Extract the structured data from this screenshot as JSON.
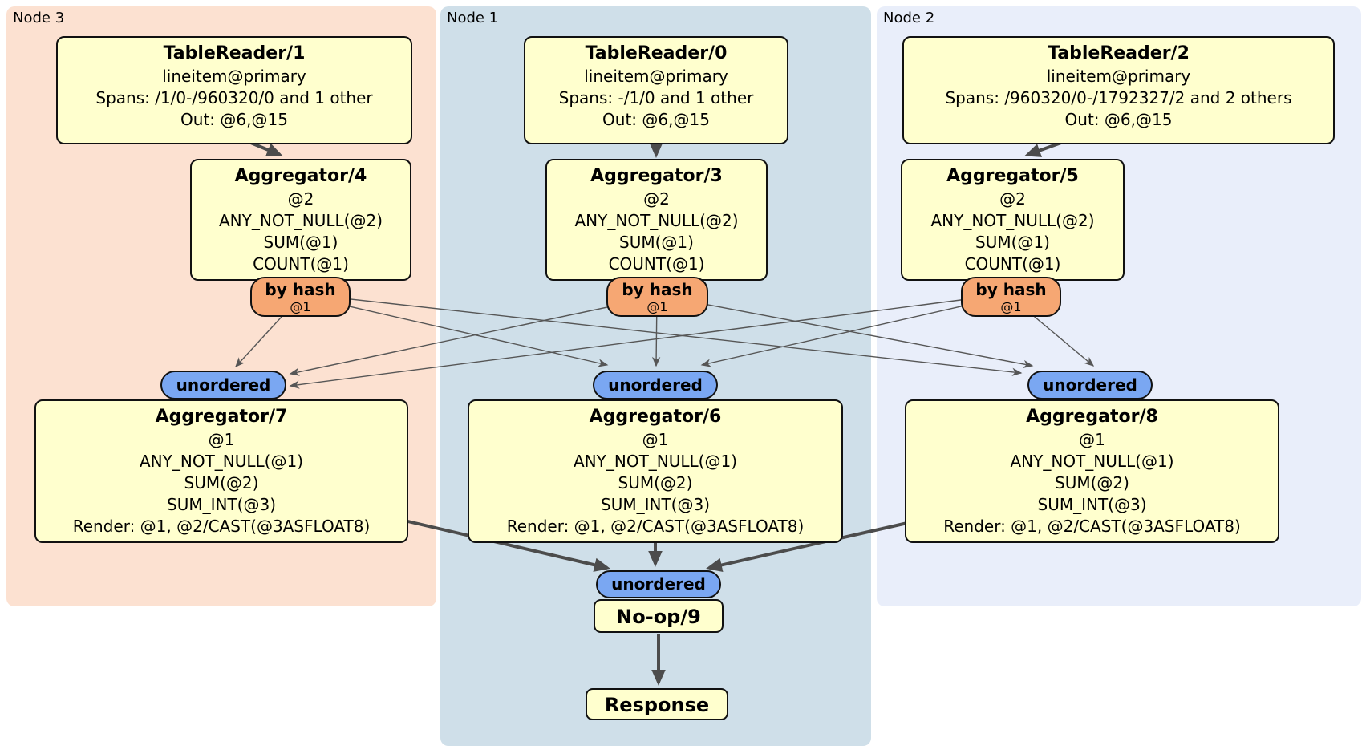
{
  "colors": {
    "node3-bg": "#fce1d1",
    "node1-bg": "#cfdfe9",
    "node2-bg": "#e9eefa",
    "proc-bg": "#ffffce",
    "proc-border": "#111111",
    "router-bg": "#f6a773",
    "sync-bg": "#7aa7f2",
    "edge-thin": "#565656",
    "edge-thick": "#4c4c4c"
  },
  "nodes": [
    {
      "label": "Node 3"
    },
    {
      "label": "Node 1"
    },
    {
      "label": "Node 2"
    }
  ],
  "processors": {
    "tr1": {
      "title": "TableReader/1",
      "lines": [
        "lineitem@primary",
        "Spans: /1/0-/960320/0 and 1 other",
        "Out: @6,@15"
      ]
    },
    "tr0": {
      "title": "TableReader/0",
      "lines": [
        "lineitem@primary",
        "Spans: -/1/0 and 1 other",
        "Out: @6,@15"
      ]
    },
    "tr2": {
      "title": "TableReader/2",
      "lines": [
        "lineitem@primary",
        "Spans: /960320/0-/1792327/2 and 2 others",
        "Out: @6,@15"
      ]
    },
    "agg4": {
      "title": "Aggregator/4",
      "lines": [
        "@2",
        "ANY_NOT_NULL(@2)",
        "SUM(@1)",
        "COUNT(@1)"
      ]
    },
    "agg3": {
      "title": "Aggregator/3",
      "lines": [
        "@2",
        "ANY_NOT_NULL(@2)",
        "SUM(@1)",
        "COUNT(@1)"
      ]
    },
    "agg5": {
      "title": "Aggregator/5",
      "lines": [
        "@2",
        "ANY_NOT_NULL(@2)",
        "SUM(@1)",
        "COUNT(@1)"
      ]
    },
    "agg7": {
      "title": "Aggregator/7",
      "lines": [
        "@1",
        "ANY_NOT_NULL(@1)",
        "SUM(@2)",
        "SUM_INT(@3)",
        "Render: @1, @2/CAST(@3ASFLOAT8)"
      ]
    },
    "agg6": {
      "title": "Aggregator/6",
      "lines": [
        "@1",
        "ANY_NOT_NULL(@1)",
        "SUM(@2)",
        "SUM_INT(@3)",
        "Render: @1, @2/CAST(@3ASFLOAT8)"
      ]
    },
    "agg8": {
      "title": "Aggregator/8",
      "lines": [
        "@1",
        "ANY_NOT_NULL(@1)",
        "SUM(@2)",
        "SUM_INT(@3)",
        "Render: @1, @2/CAST(@3ASFLOAT8)"
      ]
    },
    "noop": {
      "title": "No-op/9"
    },
    "response": {
      "title": "Response"
    }
  },
  "routers": {
    "by_hash": {
      "label": "by hash",
      "sub": "@1"
    }
  },
  "streams": {
    "unordered": {
      "label": "unordered"
    }
  }
}
